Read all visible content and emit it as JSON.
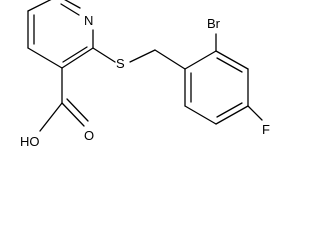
{
  "molecule": {
    "atoms": {
      "nitrogen": "N",
      "sulfur": "S",
      "bromine": "Br",
      "fluorine": "F",
      "hydroxyl": "HO",
      "carbonyl_oxygen": "O"
    }
  },
  "colors": {
    "background": "#ffffff",
    "ink": "#000000"
  }
}
